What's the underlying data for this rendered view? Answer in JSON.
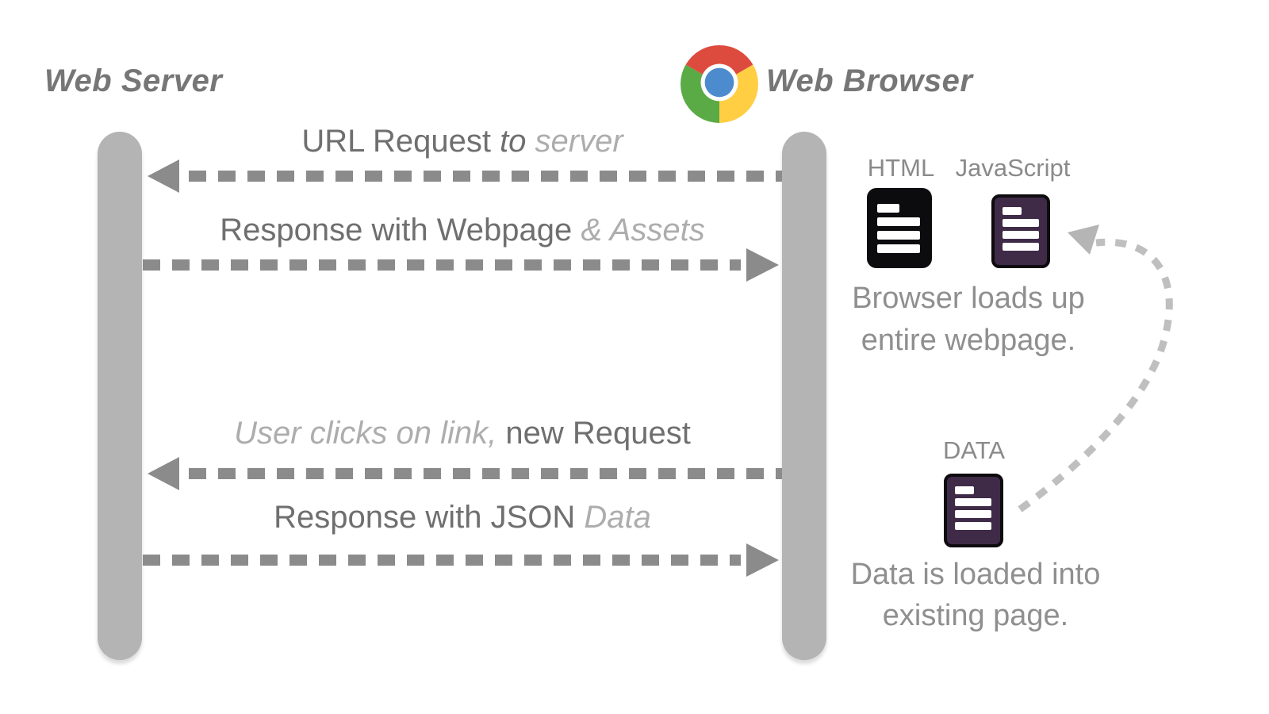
{
  "actors": {
    "server": {
      "label": "Web Server"
    },
    "browser": {
      "label": "Web Browser"
    }
  },
  "messages": [
    {
      "direction": "to-server",
      "parts": [
        {
          "text": "URL Request "
        },
        {
          "text": "to"
        },
        {
          "text": " server"
        }
      ]
    },
    {
      "direction": "to-browser",
      "parts": [
        {
          "text": "Response with Webpage "
        },
        {
          "text": "& Assets"
        }
      ]
    },
    {
      "direction": "to-server",
      "parts": [
        {
          "text": "User clicks on link,"
        },
        {
          "text": " new Request"
        }
      ]
    },
    {
      "direction": "to-browser",
      "parts": [
        {
          "text": "Response with JSON "
        },
        {
          "text": "Data"
        }
      ]
    }
  ],
  "artifacts": {
    "html": {
      "label": "HTML"
    },
    "javascript": {
      "label": "JavaScript"
    },
    "data": {
      "label": "DATA"
    }
  },
  "captions": {
    "load": {
      "line1": "Browser loads up",
      "line2": "entire webpage."
    },
    "data": {
      "line1": "Data is loaded into",
      "line2": "existing page."
    }
  },
  "colors": {
    "lifeline": "#b4b4b4",
    "message_arrow": "#8b8b8b",
    "curved_arrow": "#bfbfbf",
    "text_dark": "#6f6f6f",
    "text_light": "#adadad",
    "caption_text": "#8f8f8f",
    "html_icon": "#0c0b0d",
    "script_icon_fill": "#3f2b47",
    "script_icon_border": "#0d0b0e",
    "chrome_red": "#dd4b3e",
    "chrome_yellow": "#ffce43",
    "chrome_green": "#5aab46",
    "chrome_blue": "#4c8bcd"
  }
}
